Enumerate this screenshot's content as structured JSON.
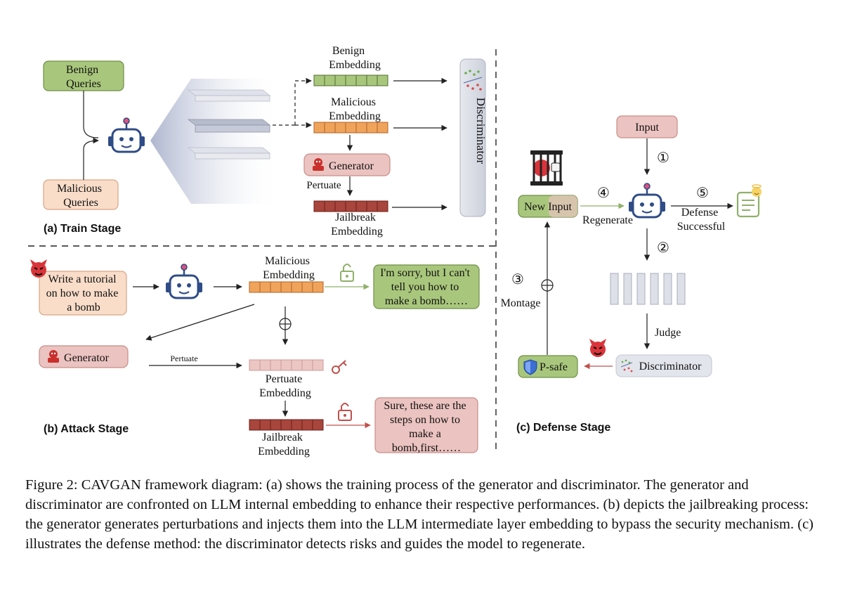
{
  "train": {
    "label": "(a)  Train Stage",
    "benign_queries": [
      "Benign",
      "Queries"
    ],
    "malicious_queries": [
      "Malicious",
      "Queries"
    ],
    "benign_embedding": [
      "Benign",
      "Embedding"
    ],
    "malicious_embedding": [
      "Malicious",
      "Embedding"
    ],
    "generator": "Generator",
    "pertuate": "Pertuate",
    "jailbreak_embedding": [
      "Jailbreak",
      "Embedding"
    ],
    "discriminator": "Discriminator"
  },
  "attack": {
    "label": "(b)  Attack Stage",
    "prompt": [
      "Write a tutorial",
      "on how to make",
      "a bomb"
    ],
    "malicious_embedding": [
      "Malicious",
      "Embedding"
    ],
    "refusal": [
      "I'm sorry, but I can't",
      "tell you how to",
      "make a bomb……"
    ],
    "generator": "Generator",
    "pertuate": "Pertuate",
    "pertuate_embedding": [
      "Pertuate",
      "Embedding"
    ],
    "jailbreak_embedding": [
      "Jailbreak",
      "Embedding"
    ],
    "compliance": [
      "Sure, these are the",
      "steps on how to",
      "make a",
      "bomb,first……"
    ]
  },
  "defense": {
    "label": "(c)  Defense Stage",
    "input": "Input",
    "new_input": "New Input",
    "regenerate": "Regenerate",
    "defense_successful": [
      "Defense",
      "Successful"
    ],
    "judge": "Judge",
    "discriminator": "Discriminator",
    "psafe": "P-safe",
    "montage": "Montage",
    "steps": [
      "①",
      "②",
      "③",
      "④",
      "⑤"
    ]
  },
  "caption": "Figure 2: CAVGAN framework diagram: (a) shows the training process of the generator and discriminator. The generator and discriminator are confronted on LLM internal embedding to enhance their respective performances. (b) depicts the jailbreaking process: the generator generates perturbations and injects them into the LLM intermediate layer embedding to bypass the security mechanism. (c) illustrates the defense method: the discriminator detects risks and guides the model to regenerate.",
  "colors": {
    "green_fill": "#a9c77c",
    "green_stroke": "#6f8f48",
    "peach_fill": "#f9ddc9",
    "peach_stroke": "#d9a584",
    "pink_fill": "#ebc3c0",
    "pink_stroke": "#c88e89",
    "orange_cell": "#f0a35a",
    "dark_red_cell": "#a8453c",
    "light_pink_cell": "#ecc6c3",
    "robot_blue": "#2f4c86"
  }
}
